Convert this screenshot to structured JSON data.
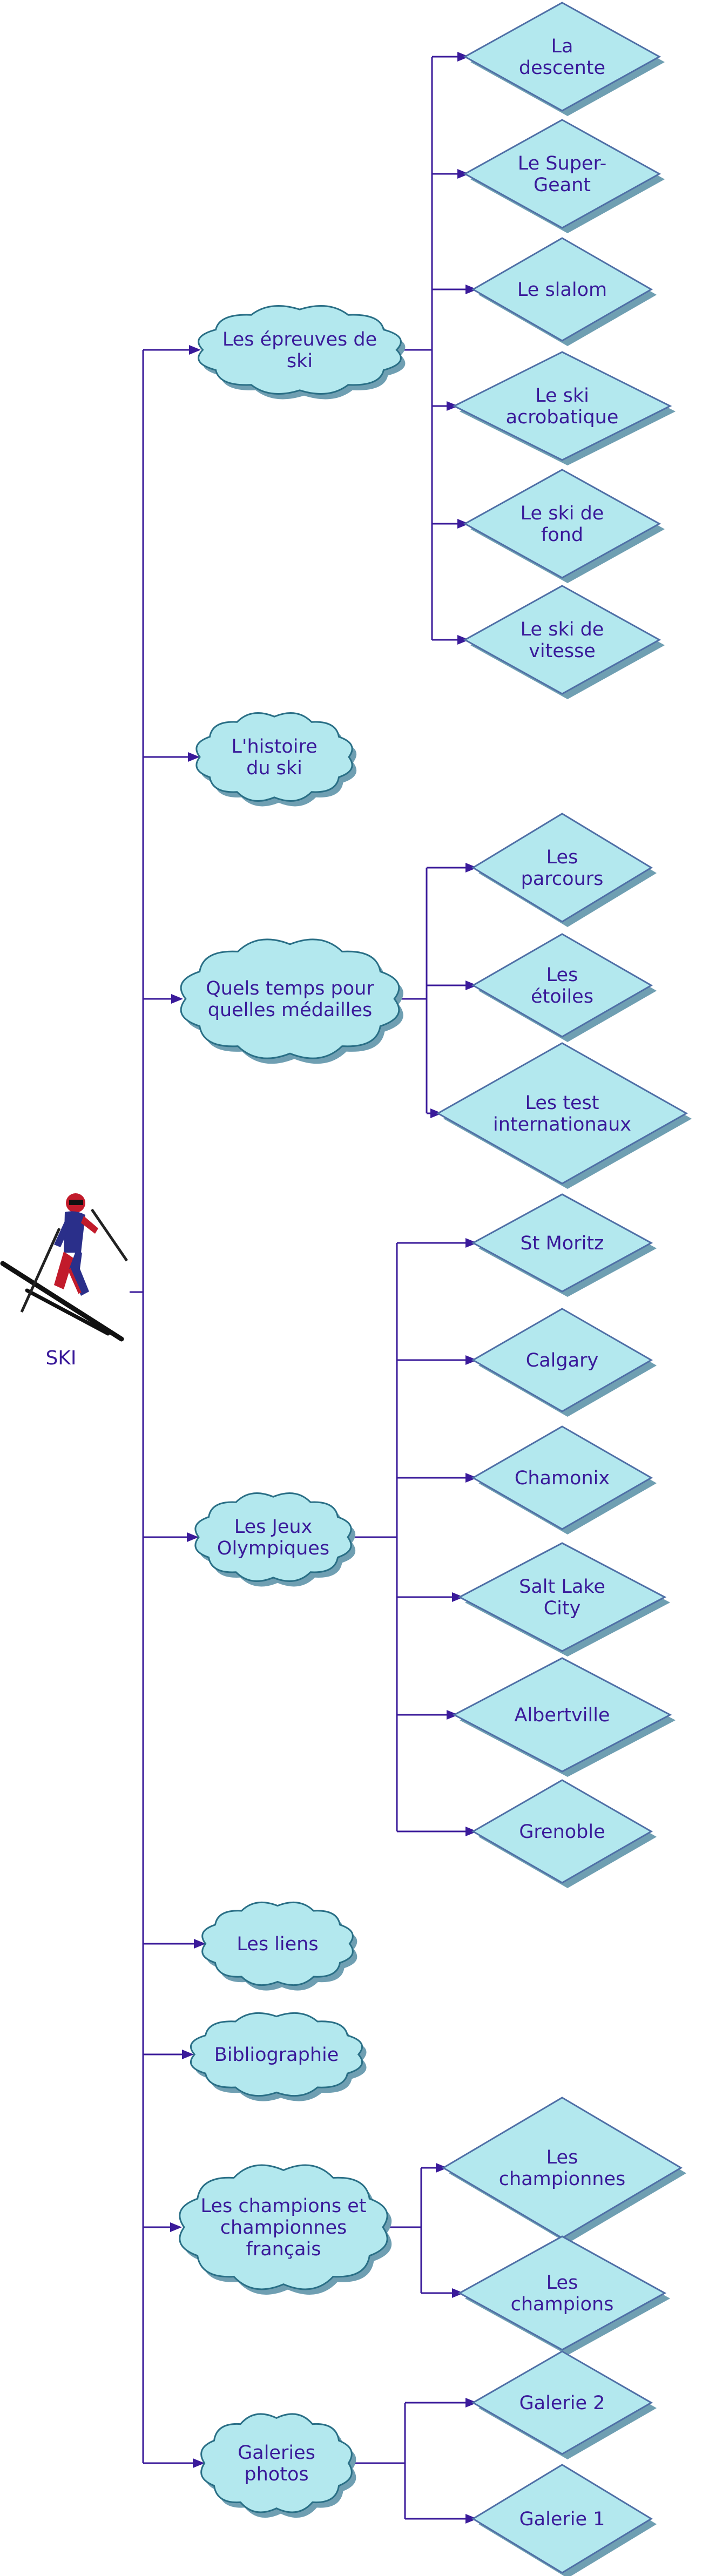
{
  "root": {
    "label": "SKI",
    "icon": "skier-icon"
  },
  "branches": [
    {
      "id": "epreuves",
      "lines": [
        "Les épreuves de",
        "ski"
      ],
      "children": [
        {
          "lines": [
            "La",
            "descente"
          ]
        },
        {
          "lines": [
            "Le Super-",
            "Geant"
          ]
        },
        {
          "lines": [
            "Le slalom"
          ]
        },
        {
          "lines": [
            "Le ski",
            "acrobatique"
          ]
        },
        {
          "lines": [
            "Le ski de",
            "fond"
          ]
        },
        {
          "lines": [
            "Le ski de",
            "vitesse"
          ]
        }
      ]
    },
    {
      "id": "histoire",
      "lines": [
        "L'histoire",
        "du ski"
      ],
      "children": []
    },
    {
      "id": "temps",
      "lines": [
        "Quels temps pour",
        "quelles médailles"
      ],
      "children": [
        {
          "lines": [
            "Les",
            "parcours"
          ]
        },
        {
          "lines": [
            "Les",
            "étoiles"
          ]
        },
        {
          "lines": [
            "Les test",
            "internationaux"
          ]
        }
      ]
    },
    {
      "id": "jeux",
      "lines": [
        "Les Jeux",
        "Olympiques"
      ],
      "children": [
        {
          "lines": [
            "St Moritz"
          ]
        },
        {
          "lines": [
            "Calgary"
          ]
        },
        {
          "lines": [
            "Chamonix"
          ]
        },
        {
          "lines": [
            "Salt Lake",
            "City"
          ]
        },
        {
          "lines": [
            "Albertville"
          ]
        },
        {
          "lines": [
            "Grenoble"
          ]
        }
      ]
    },
    {
      "id": "liens",
      "lines": [
        "Les liens"
      ],
      "children": []
    },
    {
      "id": "biblio",
      "lines": [
        "Bibliographie"
      ],
      "children": []
    },
    {
      "id": "champions",
      "lines": [
        "Les champions et",
        "championnes",
        "français"
      ],
      "children": [
        {
          "lines": [
            "Les",
            "championnes"
          ]
        },
        {
          "lines": [
            "Les",
            "champions"
          ]
        }
      ]
    },
    {
      "id": "galeries",
      "lines": [
        "Galeries",
        "photos"
      ],
      "children": [
        {
          "lines": [
            "Galerie 2"
          ]
        },
        {
          "lines": [
            "Galerie 1"
          ]
        }
      ]
    }
  ],
  "colors": {
    "line": "#3a1a9a",
    "fill": "#b3e8ee",
    "shadow": "#6f9fb2",
    "text": "#3a1a9a"
  }
}
